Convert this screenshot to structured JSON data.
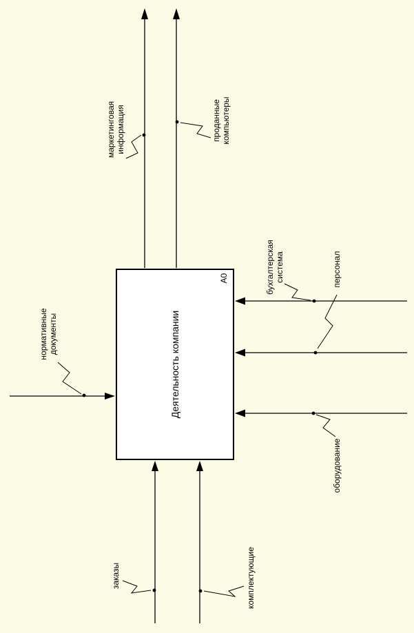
{
  "diagram": {
    "node_code": "A0",
    "box_title": "Деятельность компании",
    "outputs": [
      {
        "label": "маркетинговая\nинформация"
      },
      {
        "label": "проданные\nкомпьютеры"
      }
    ],
    "controls": [
      {
        "label": "нормативные\nдокументы"
      }
    ],
    "inputs": [
      {
        "label": "заказы"
      },
      {
        "label": "комплектующие"
      }
    ],
    "mechanisms": [
      {
        "label": "бухгалтерская\nсистема"
      },
      {
        "label": "персонал"
      },
      {
        "label": "оборудование"
      }
    ],
    "colors": {
      "background": "#FCFBE6",
      "line": "#000000",
      "box_fill": "#FFFFFF",
      "text": "#000000"
    }
  }
}
